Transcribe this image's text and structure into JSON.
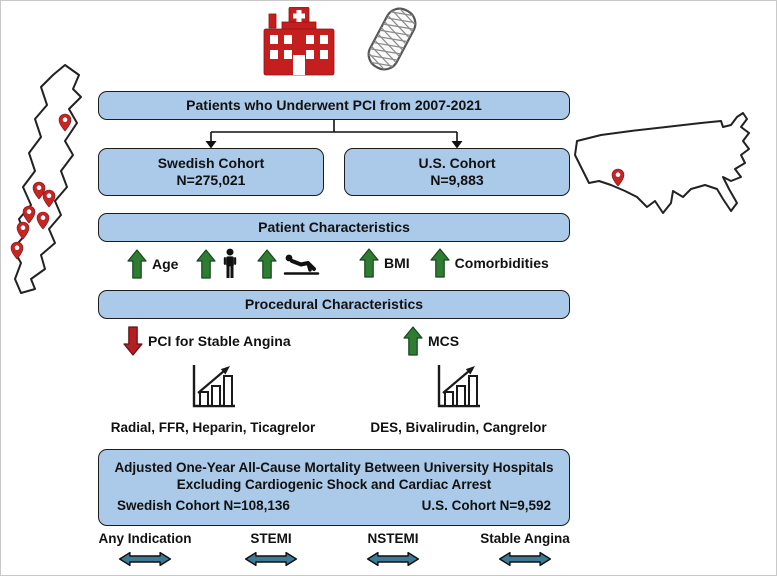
{
  "colors": {
    "box_fill": "#abc9e8",
    "box_border": "#1c1c1c",
    "increase_green": "#2f7d33",
    "decrease_red": "#b41f24",
    "comparison_teal": "#3e7a96",
    "map_pin_red": "#c42525",
    "hospital_red": "#c41e1e"
  },
  "icons": {
    "hospital": "hospital-building-icon",
    "stent": "stent-icon",
    "sweden_map": "sweden-map-outline",
    "us_map": "us-map-outline",
    "pin": "map-pin-icon",
    "up_arrow": "increase-arrow-icon",
    "down_arrow": "decrease-arrow-icon",
    "bar_chart": "rising-bar-chart-icon",
    "person": "person-icon",
    "person_reclining": "person-reclining-icon",
    "double_arrow": "comparison-double-arrow-icon"
  },
  "flowchart": {
    "top_box": "Patients who Underwent PCI from 2007-2021",
    "swedish_cohort": {
      "title": "Swedish Cohort",
      "n": "N=275,021"
    },
    "us_cohort": {
      "title": "U.S. Cohort",
      "n": "N=9,883"
    },
    "patient_characteristics": {
      "header": "Patient Characteristics",
      "items": [
        {
          "trend": "up",
          "label": "Age"
        },
        {
          "trend": "up",
          "label": "",
          "icon": "person-icon"
        },
        {
          "trend": "up",
          "label": "",
          "icon": "person-reclining-icon"
        },
        {
          "trend": "up",
          "label": "BMI"
        },
        {
          "trend": "up",
          "label": "Comorbidities"
        }
      ]
    },
    "procedural_characteristics": {
      "header": "Procedural Characteristics",
      "decreased": "PCI for Stable Angina",
      "increased": "MCS",
      "swedish_therapies": "Radial, FFR, Heparin, Ticagrelor",
      "us_therapies": "DES, Bivalirudin, Cangrelor"
    },
    "outcome_box": {
      "line1": "Adjusted One-Year All-Cause Mortality Between University Hospitals",
      "line2": "Excluding Cardiogenic Shock and Cardiac Arrest",
      "swedish_n": "Swedish Cohort N=108,136",
      "us_n": "U.S. Cohort N=9,592"
    },
    "comparisons": [
      "Any Indication",
      "STEMI",
      "NSTEMI",
      "Stable Angina"
    ]
  }
}
